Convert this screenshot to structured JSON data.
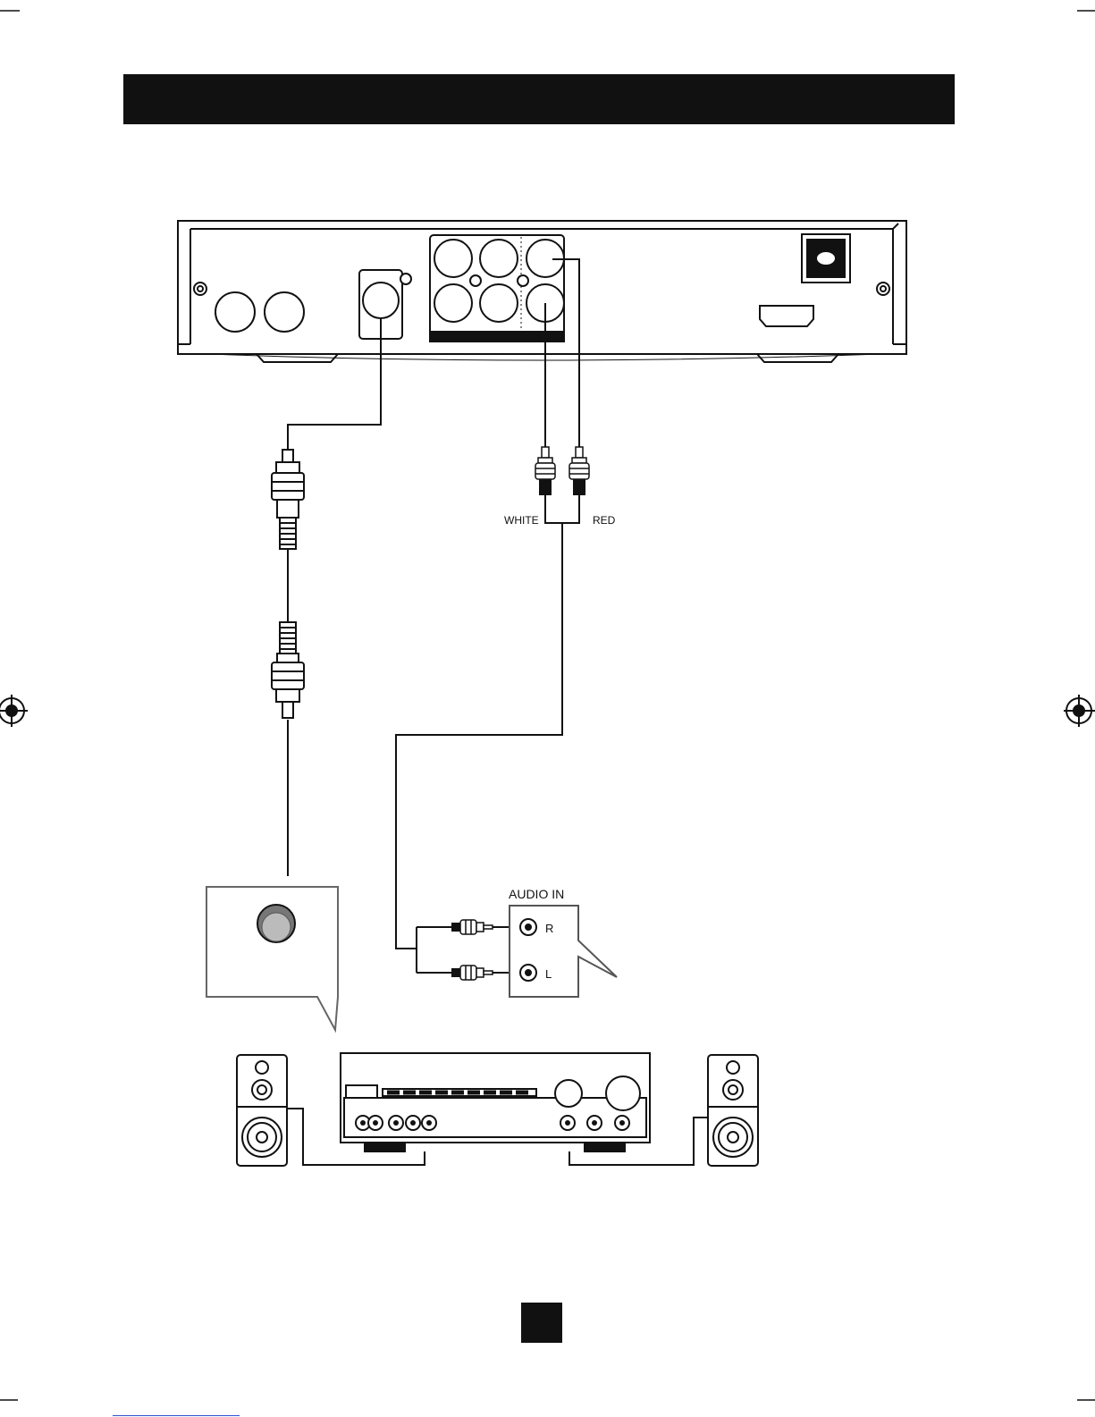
{
  "diagram": {
    "labels": {
      "white": "WHITE",
      "red": "RED",
      "audio_in": "AUDIO IN",
      "right": "R",
      "left": "L"
    },
    "colors": {
      "ink": "#111111",
      "header": "#111111",
      "link": "#3050d0"
    },
    "icons": [
      "crop-mark-icon",
      "registration-mark-icon",
      "rca-plug-icon",
      "coaxial-plug-icon",
      "speaker-icon",
      "amplifier-icon",
      "hdmi-port-icon",
      "power-switch-icon",
      "screw-icon"
    ]
  }
}
